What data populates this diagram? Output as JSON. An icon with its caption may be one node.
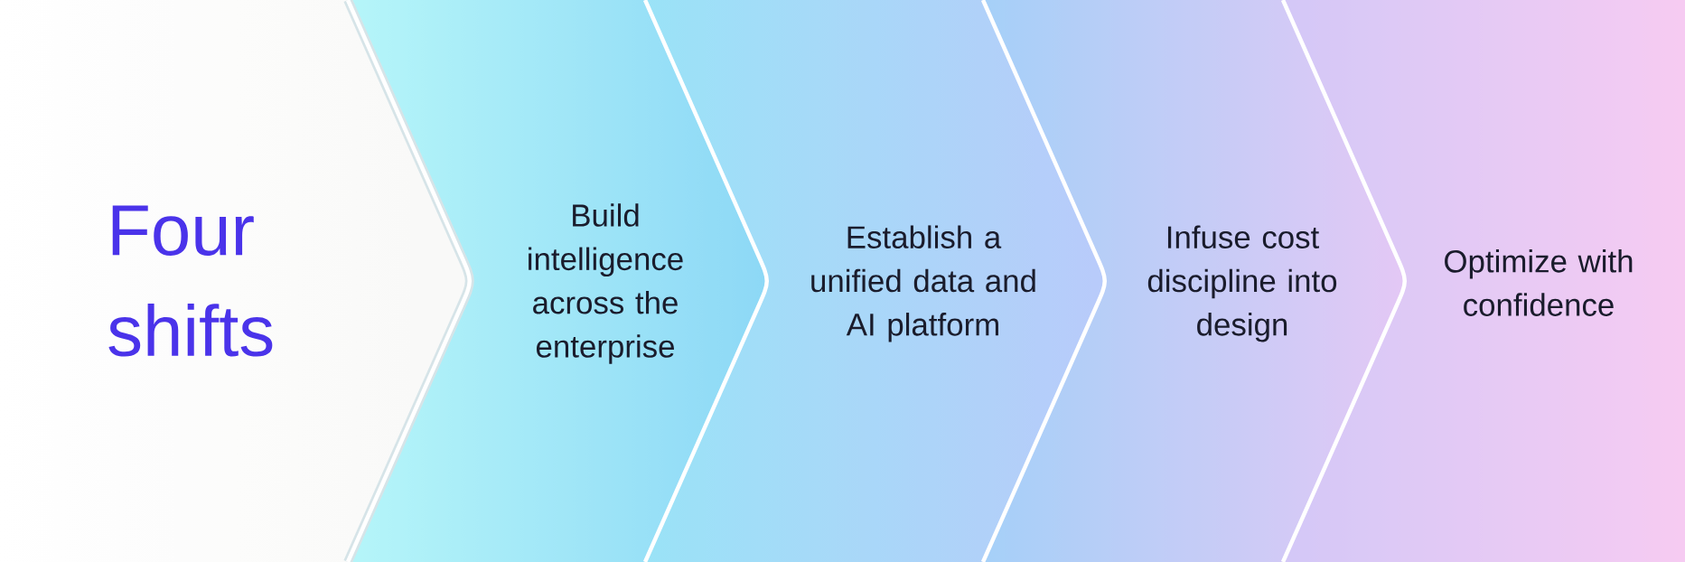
{
  "diagram": {
    "nodes": [
      {
        "text": [
          "Four shifts"
        ]
      },
      {
        "text": [
          "Build intelligence across the enterprise"
        ]
      },
      {
        "text": [
          "Establish a unified data and AI platform"
        ]
      },
      {
        "text": [
          "Infuse cost discipline into design"
        ]
      },
      {
        "text": [
          "Optimize with confidence"
        ]
      }
    ]
  }
}
